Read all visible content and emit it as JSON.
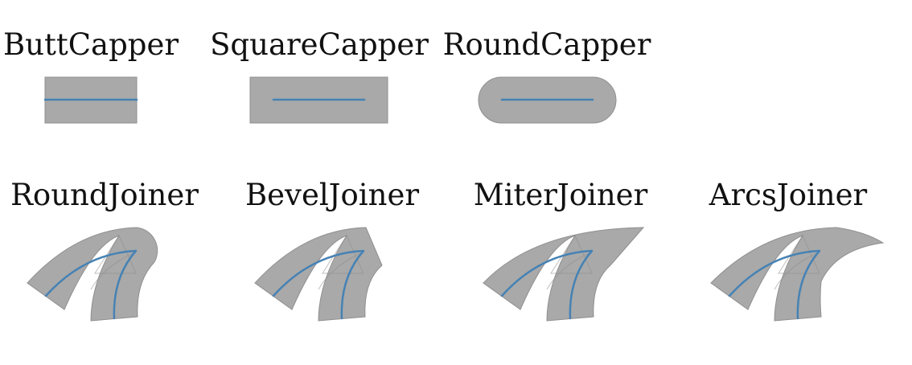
{
  "cappers": {
    "butt": "ButtCapper",
    "square": "SquareCapper",
    "round": "RoundCapper"
  },
  "joiners": {
    "round": "RoundJoiner",
    "bevel": "BevelJoiner",
    "miter": "MiterJoiner",
    "arcs": "ArcsJoiner"
  },
  "colors": {
    "shape_fill": "#a9a9a9",
    "center_line": "#4682b4",
    "text": "#111111"
  }
}
